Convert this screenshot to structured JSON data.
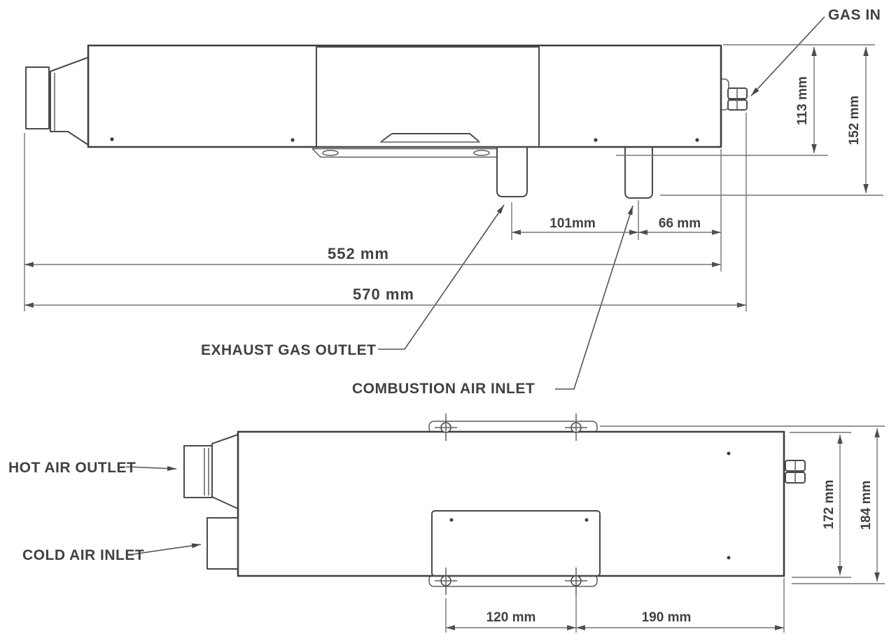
{
  "drawing": {
    "type": "technical-dimension-drawing",
    "subject": "gas air heater unit, side view and plan view",
    "colors": {
      "background": "#ffffff",
      "outline": "#3e3e3e",
      "dimension_lines": "#757575",
      "text": "#414141"
    }
  },
  "view_top": {
    "labels": {
      "gas_in": "GAS IN",
      "exhaust": "EXHAUST GAS OUTLET",
      "combustion": "COMBUSTION AIR INLET"
    },
    "dims": {
      "d113": "113 mm",
      "d152": "152 mm",
      "d101": "101mm",
      "d66": "66 mm",
      "d552": "552 mm",
      "d570": "570 mm"
    }
  },
  "view_bottom": {
    "labels": {
      "hot": "HOT AIR OUTLET",
      "cold": "COLD AIR INLET"
    },
    "dims": {
      "d172": "172 mm",
      "d184": "184 mm",
      "d120": "120 mm",
      "d190": "190 mm"
    }
  }
}
